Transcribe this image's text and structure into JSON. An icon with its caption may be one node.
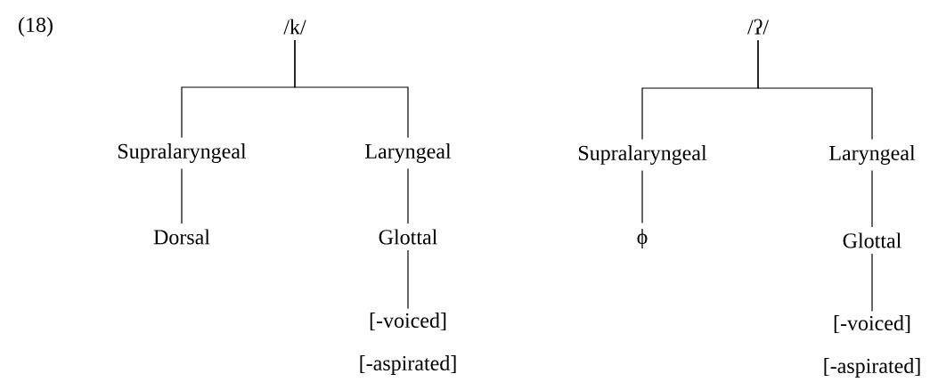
{
  "diagram": {
    "nodes": [
      {
        "text": [
          "/k/"
        ]
      },
      {
        "text": [
          "Supralaryngeal"
        ]
      },
      {
        "text": [
          "Laryngeal"
        ]
      },
      {
        "text": [
          "Dorsal"
        ]
      },
      {
        "text": [
          "Glottal"
        ]
      },
      {
        "text": [
          "[-voiced] [-aspirated]"
        ]
      },
      {
        "text": [
          "/ʔ/"
        ]
      },
      {
        "text": [
          "Supralaryngeal"
        ]
      },
      {
        "text": [
          "Laryngeal"
        ]
      },
      {
        "text": [
          "ϕ"
        ]
      },
      {
        "text": [
          "Glottal"
        ]
      },
      {
        "text": [
          "[-voiced] [-aspirated]"
        ]
      }
    ],
    "edges": [
      {
        "from": 0,
        "to": 1,
        "arrow": "none"
      },
      {
        "from": 0,
        "to": 2,
        "arrow": "none"
      },
      {
        "from": 1,
        "to": 3,
        "arrow": "none"
      },
      {
        "from": 2,
        "to": 4,
        "arrow": "none"
      },
      {
        "from": 4,
        "to": 5,
        "arrow": "none"
      },
      {
        "from": 6,
        "to": 7,
        "arrow": "none"
      },
      {
        "from": 6,
        "to": 8,
        "arrow": "none"
      },
      {
        "from": 7,
        "to": 9,
        "arrow": "none"
      },
      {
        "from": 8,
        "to": 10,
        "arrow": "none"
      },
      {
        "from": 10,
        "to": 11,
        "arrow": "none"
      }
    ],
    "labels": [
      "(18)"
    ]
  }
}
